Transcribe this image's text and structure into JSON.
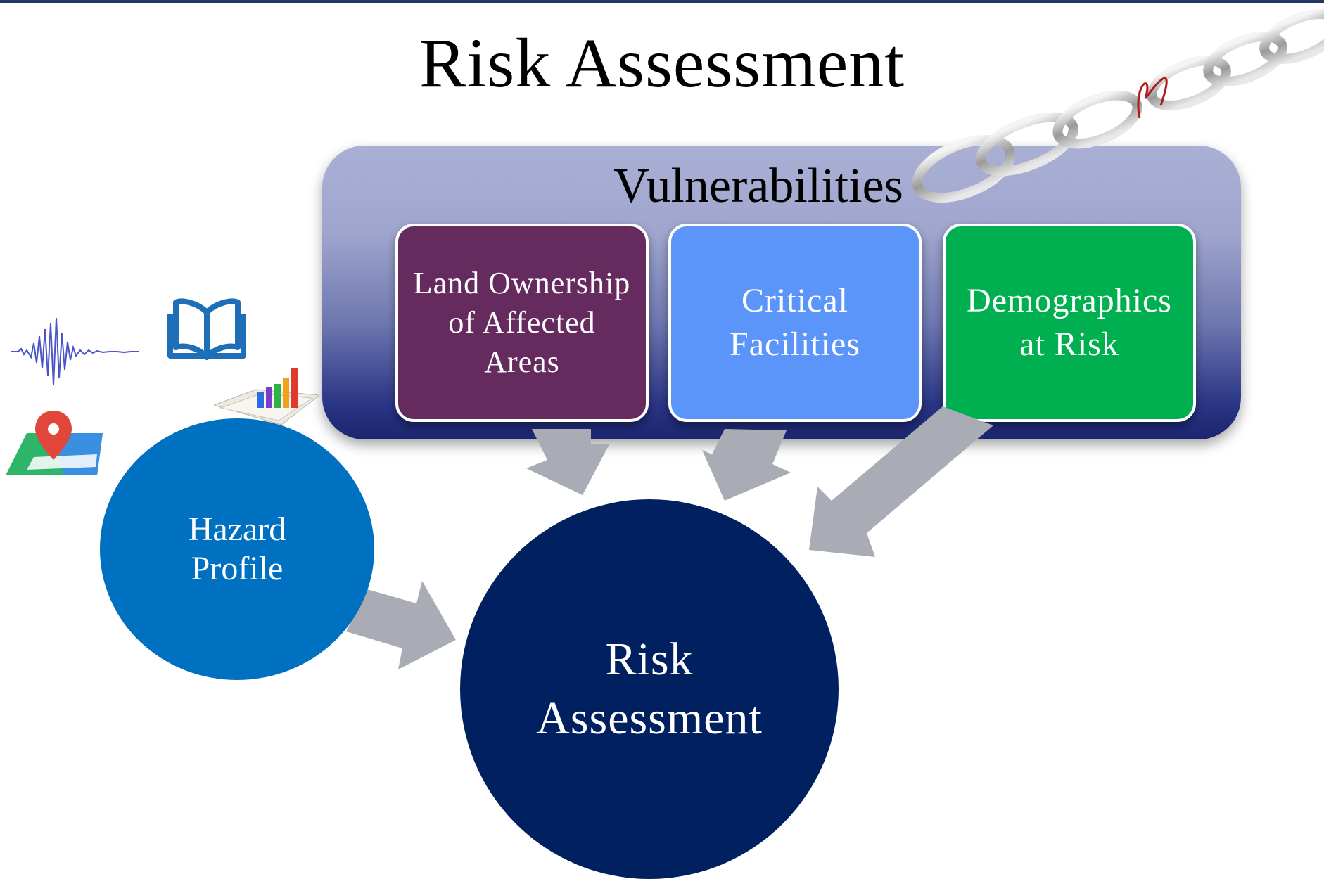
{
  "title": "Risk Assessment",
  "vulnerabilities": {
    "title": "Vulnerabilities",
    "items": [
      {
        "label": "Land Ownership\nof Affected\nAreas",
        "color": "#652b5e"
      },
      {
        "label": "Critical\nFacilities",
        "color": "#5b95f9"
      },
      {
        "label": "Demographics\nat Risk",
        "color": "#00b050"
      }
    ]
  },
  "hazard_profile": {
    "label": "Hazard\nProfile",
    "color": "#0070c0"
  },
  "risk_assessment": {
    "label": "Risk\nAssessment",
    "color": "#002060"
  },
  "arrow_color": "#a9acb5",
  "icons": [
    "seismograph-icon",
    "book-icon",
    "bar-chart-icon",
    "map-pin-icon",
    "chain-icon"
  ]
}
